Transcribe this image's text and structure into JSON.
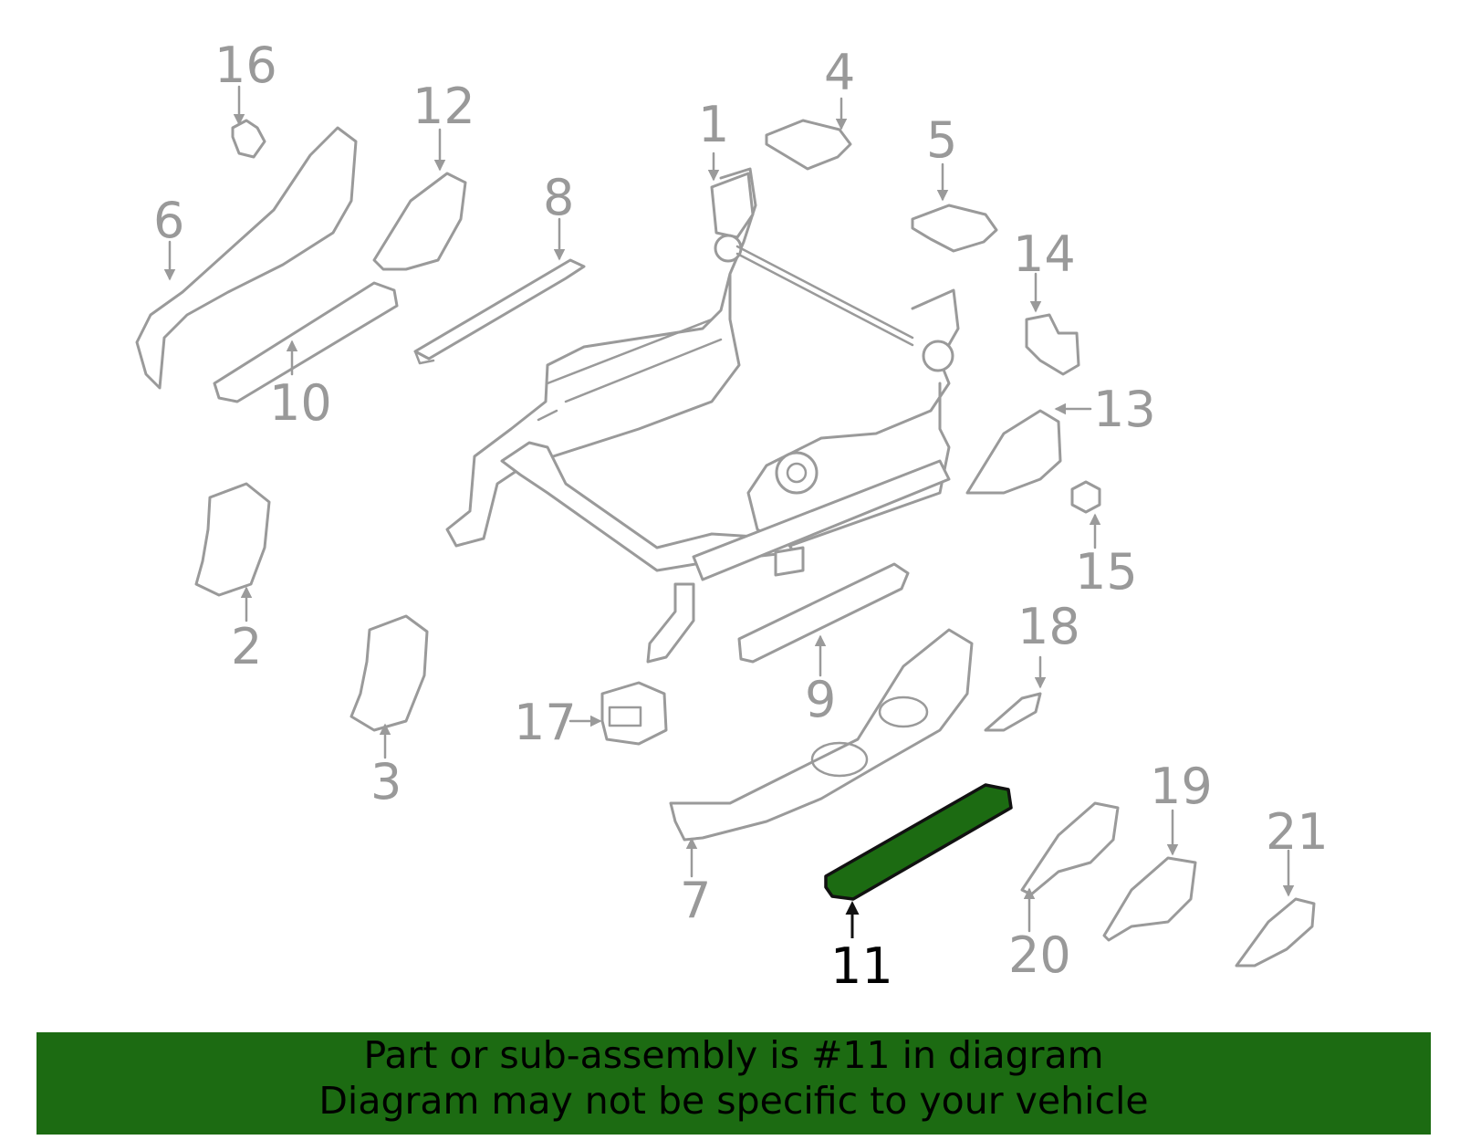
{
  "diagram": {
    "highlight_color": "#1c6b12",
    "highlighted_callout": "11",
    "callouts": [
      "1",
      "2",
      "3",
      "4",
      "5",
      "6",
      "7",
      "8",
      "9",
      "10",
      "11",
      "12",
      "13",
      "14",
      "15",
      "16",
      "17",
      "18",
      "19",
      "20",
      "21"
    ]
  },
  "banner": {
    "line1": "Part or sub-assembly is #11 in diagram",
    "line2": "Diagram may not be specific to your vehicle"
  }
}
